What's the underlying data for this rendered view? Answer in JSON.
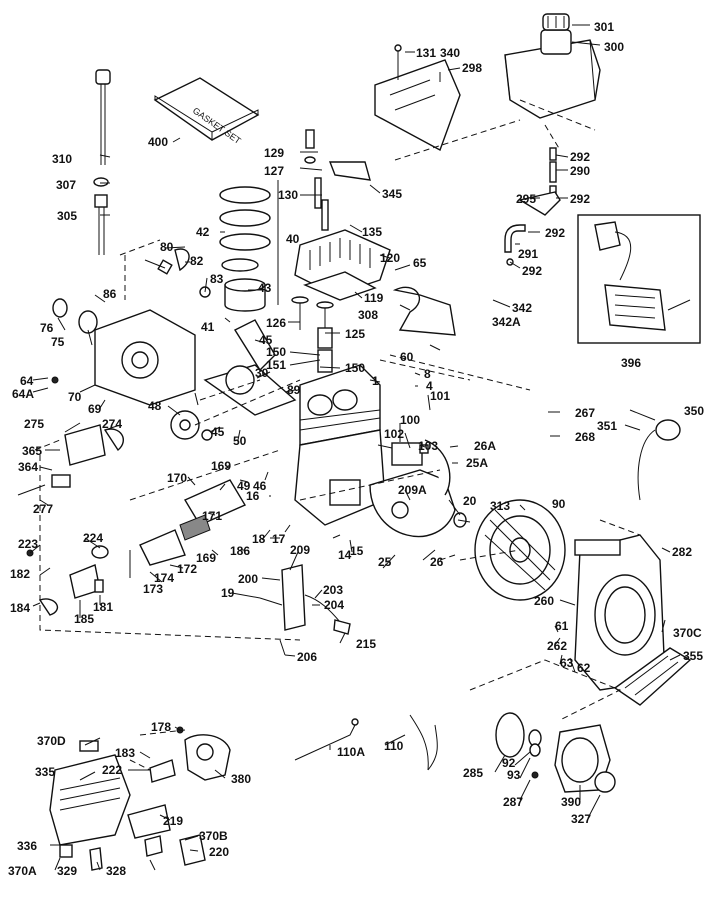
{
  "part_labels": [
    "301",
    "300",
    "131",
    "340",
    "298",
    "292",
    "290",
    "292",
    "295",
    "292",
    "291",
    "292",
    "345",
    "129",
    "127",
    "130",
    "135",
    "120",
    "119",
    "65",
    "308",
    "342",
    "342A",
    "60",
    "396",
    "400",
    "310",
    "307",
    "305",
    "42",
    "40",
    "80",
    "82",
    "83",
    "43",
    "41",
    "126",
    "125",
    "45",
    "150",
    "151",
    "150",
    "86",
    "76",
    "75",
    "70",
    "69",
    "64",
    "64A",
    "30",
    "89",
    "1",
    "8",
    "4",
    "101",
    "48",
    "267",
    "268",
    "350",
    "351",
    "275",
    "274",
    "50",
    "45",
    "100",
    "102",
    "103",
    "26A",
    "25A",
    "365",
    "364",
    "277",
    "170",
    "169",
    "49",
    "46",
    "16",
    "209A",
    "20",
    "313",
    "90",
    "171",
    "169",
    "186",
    "18",
    "17",
    "14",
    "15",
    "25",
    "26",
    "224",
    "223",
    "182",
    "172",
    "174",
    "173",
    "181",
    "185",
    "184",
    "209",
    "200",
    "19",
    "203",
    "204",
    "215",
    "206",
    "260",
    "282",
    "61",
    "262",
    "63",
    "62",
    "370C",
    "355",
    "178",
    "370D",
    "183",
    "222",
    "335",
    "380",
    "110A",
    "110",
    "285",
    "92",
    "93",
    "287",
    "390",
    "327",
    "219",
    "370B",
    "220",
    "336",
    "370A",
    "329",
    "328"
  ]
}
